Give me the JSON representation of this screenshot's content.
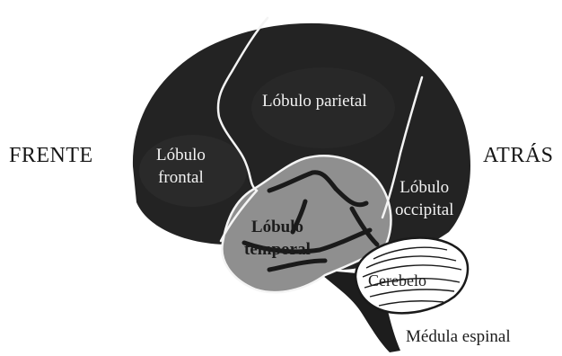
{
  "side_labels": {
    "front": "FRENTE",
    "back": "ATRÁS"
  },
  "lobes": {
    "frontal": {
      "line1": "Lóbulo",
      "line2": "frontal"
    },
    "parietal": {
      "label": "Lóbulo parietal"
    },
    "occipital": {
      "line1": "Lóbulo",
      "line2": "occipital"
    },
    "temporal": {
      "line1": "Lóbulo",
      "line2": "temporal"
    }
  },
  "structures": {
    "cerebellum": "Cerebelo",
    "spinal_cord": "Médula espinal"
  },
  "colors": {
    "cortex": "#232323",
    "temporal_lobe": "#8f8f8f",
    "lobe_borders": "#f4f4f4",
    "cerebellum": "#ffffff",
    "brainstem": "#1d1d1d",
    "text_dark": "#161616",
    "text_light": "#f2f2f2"
  }
}
